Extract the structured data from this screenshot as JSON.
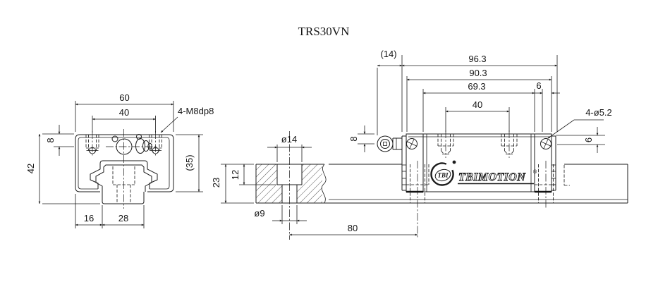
{
  "title": "TRS30VN",
  "colors": {
    "line": "#1b1b1b",
    "background": "#ffffff"
  },
  "front_view": {
    "dims": {
      "width": "60",
      "bolt_spacing": "40",
      "tapped_holes": "4-M8dp8",
      "top_offset": "8",
      "assembly_height": "42",
      "block_height": "(35)",
      "edge_to_rail": "16",
      "rail_width": "28"
    }
  },
  "rail_section": {
    "dims": {
      "counterbore_dia": "ø14",
      "counterbore_depth": "12",
      "rail_height": "23",
      "bore_dia": "ø9",
      "hole_pitch": "80"
    }
  },
  "side_view": {
    "dims": {
      "nipple_length_ref": "(14)",
      "total_length": "96.3",
      "block_length": "90.3",
      "body_length": "69.3",
      "hole_edge_offset": "6",
      "bolt_spacing": "40",
      "mounting_holes": "4-ø5.2",
      "nipple_center_offset": "8",
      "side_height": "6"
    },
    "logo": {
      "emblem_text": "TBI",
      "brand": "TBIMOTION",
      "registered": "®"
    }
  }
}
